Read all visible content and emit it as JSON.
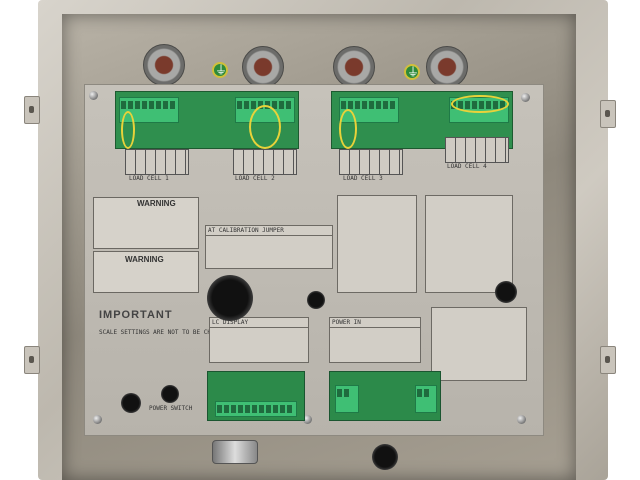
{
  "labels": {
    "load_cell_1": "LOAD CELL 1",
    "load_cell_2": "LOAD CELL 2",
    "load_cell_3": "LOAD CELL 3",
    "load_cell_4": "LOAD CELL 4",
    "warning_1": "WARNING",
    "warning_2": "WARNING",
    "calibration": "AT CALIBRATION JUMPER",
    "important": "IMPORTANT",
    "important_sub": "SCALE SETTINGS ARE NOT TO BE CHANGED",
    "display": "LC DISPLAY",
    "power": "POWER IN",
    "power_switch": "POWER SWITCH"
  },
  "colors": {
    "pcb": "#2f8f4e",
    "terminal": "#3fbf74",
    "wire": "#e8d23a",
    "plate": "#c6c2ba"
  }
}
